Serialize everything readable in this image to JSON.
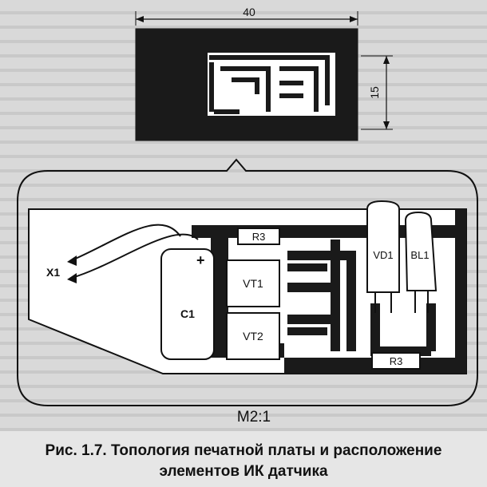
{
  "top_pcb": {
    "width_dimension": "40",
    "height_dimension": "15"
  },
  "board": {
    "connector": "X1",
    "capacitor": "C1",
    "polarity": "+",
    "transistor_1": "VT1",
    "transistor_2": "VT2",
    "resistor_top": "R3",
    "resistor_bottom": "R3",
    "photodiode": "VD1",
    "buzzer": "BL1"
  },
  "scale": "M2:1",
  "caption": {
    "line1": "Рис. 1.7. Топология печатной платы и расположение",
    "line2": "элементов  ИК датчика"
  },
  "colors": {
    "ink": "#111111",
    "paper": "#d9d9d9",
    "component_fill": "#ffffff",
    "copper": "#1a1a1a"
  }
}
